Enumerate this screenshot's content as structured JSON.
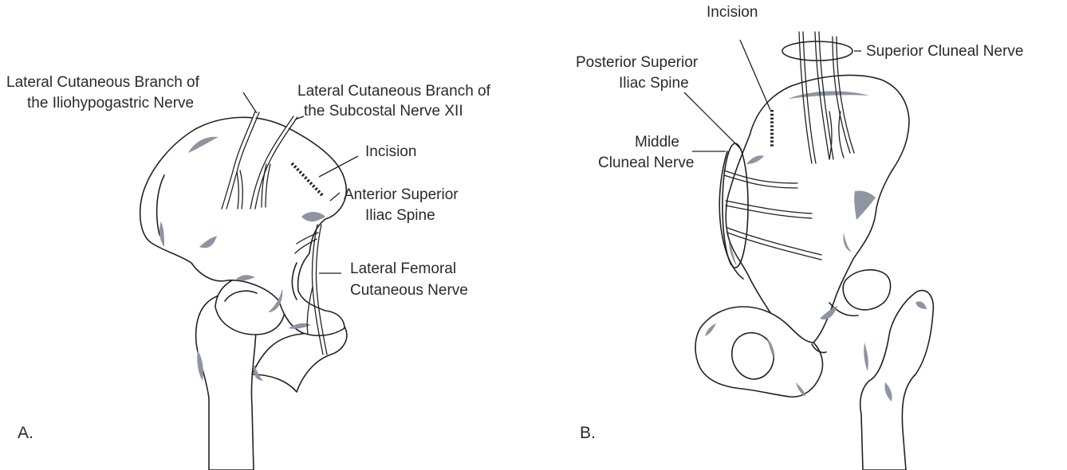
{
  "panel_a": {
    "panel_label": "A.",
    "labels": {
      "iliohypogastric_line1": "Lateral Cutaneous Branch of",
      "iliohypogastric_line2": "the Iliohypogastric Nerve",
      "subcostal_line1": "Lateral Cutaneous Branch of",
      "subcostal_line2": "the Subcostal Nerve XII",
      "incision": "Incision",
      "asis_line1": "Anterior Superior",
      "asis_line2": "Iliac Spine",
      "lfcn_line1": "Lateral Femoral",
      "lfcn_line2": "Cutaneous Nerve"
    }
  },
  "panel_b": {
    "panel_label": "B.",
    "labels": {
      "incision": "Incision",
      "superior_cluneal": "Superior Cluneal Nerve",
      "psis_line1": "Posterior Superior",
      "psis_line2": "Iliac Spine",
      "middle_cluneal_line1": "Middle",
      "middle_cluneal_line2": "Cluneal Nerve"
    }
  },
  "colors": {
    "line": "#222222",
    "shading": "#8e94a0",
    "text": "#2a2a2a"
  }
}
